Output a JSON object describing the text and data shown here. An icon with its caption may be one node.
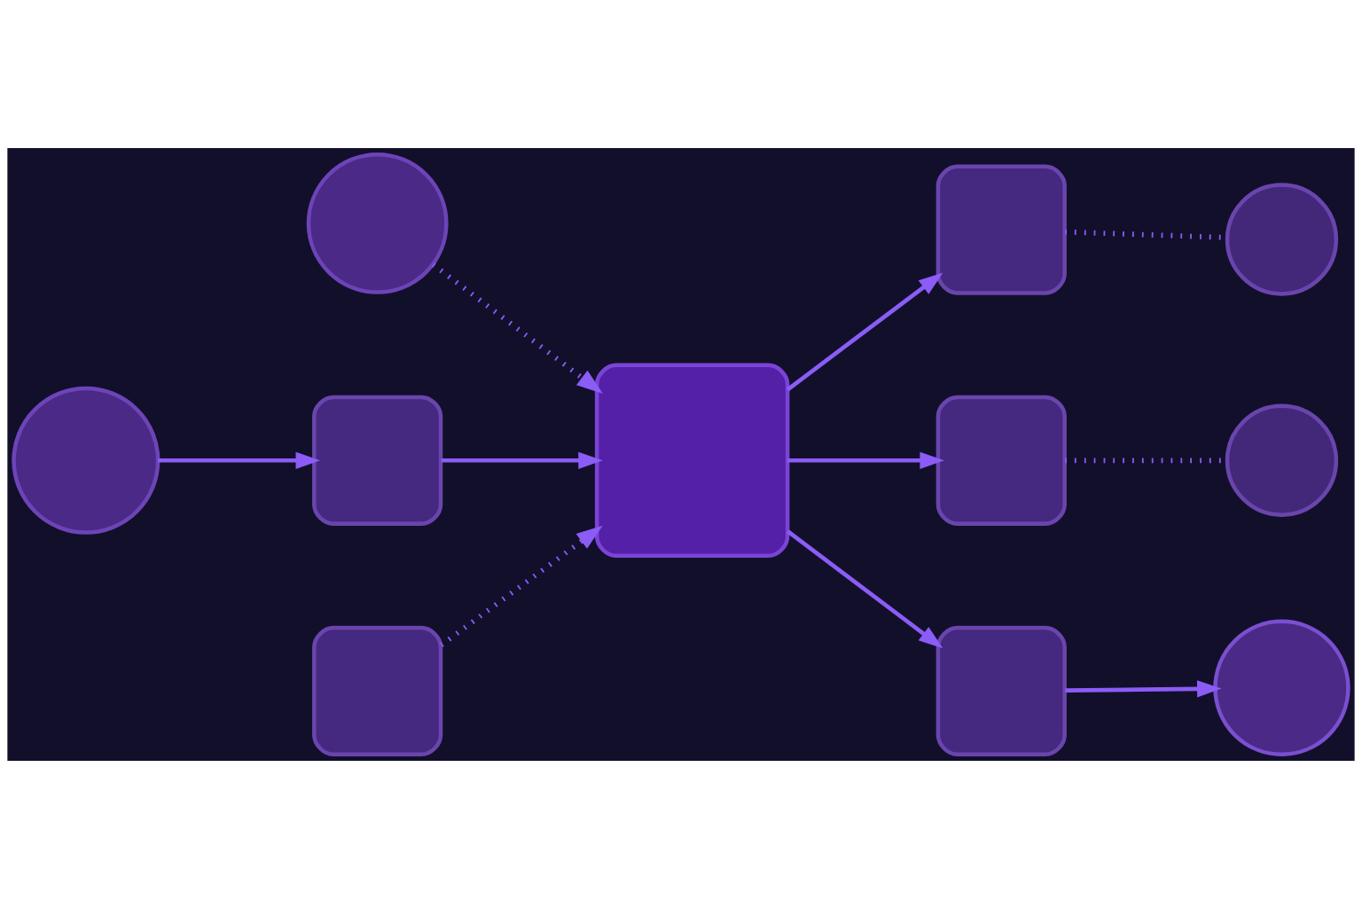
{
  "diagram": {
    "nodes": [
      {
        "text": [],
        "shape": "circle"
      },
      {
        "text": [],
        "shape": "circle"
      },
      {
        "text": [],
        "shape": "box"
      },
      {
        "text": [],
        "shape": "box"
      },
      {
        "text": [],
        "shape": "box"
      },
      {
        "text": [],
        "shape": "box"
      },
      {
        "text": [],
        "shape": "box"
      },
      {
        "text": [],
        "shape": "box"
      },
      {
        "text": [],
        "shape": "circle"
      },
      {
        "text": [],
        "shape": "circle"
      },
      {
        "text": [],
        "shape": "circle"
      }
    ],
    "edges": [
      {
        "from": 0,
        "to": 2,
        "arrow": "to"
      },
      {
        "from": 1,
        "to": 4,
        "arrow": "to",
        "style": "dashed"
      },
      {
        "from": 2,
        "to": 4,
        "arrow": "to"
      },
      {
        "from": 3,
        "to": 4,
        "arrow": "to",
        "style": "dashed"
      },
      {
        "from": 4,
        "to": 5,
        "arrow": "to"
      },
      {
        "from": 4,
        "to": 6,
        "arrow": "to"
      },
      {
        "from": 4,
        "to": 7,
        "arrow": "to"
      },
      {
        "from": 5,
        "to": 8,
        "arrow": "none",
        "style": "dashed"
      },
      {
        "from": 6,
        "to": 9,
        "arrow": "none",
        "style": "dashed"
      },
      {
        "from": 7,
        "to": 10,
        "arrow": "to"
      }
    ]
  }
}
